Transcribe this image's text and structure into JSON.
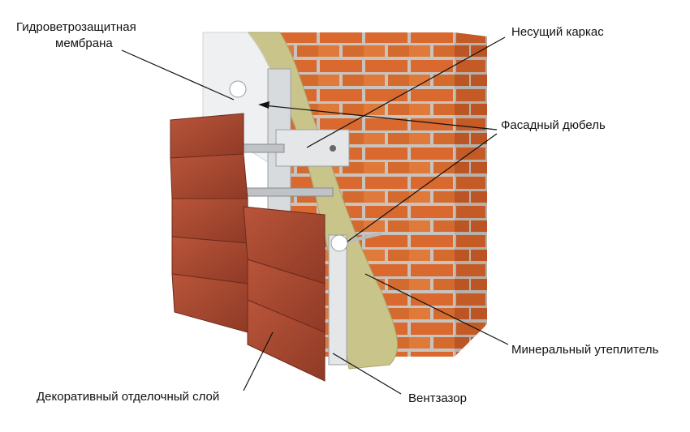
{
  "title": "Вентилируемый фасад",
  "labels": {
    "membrane_line1": "Гидроветрозащитная",
    "membrane_line2": "мембрана",
    "frame": "Несущий каркас",
    "dowel": "Фасадный дюбель",
    "insulation": "Минеральный утеплитель",
    "decor": "Декоративный отделочный слой",
    "gap": "Вентзазор"
  },
  "colors": {
    "brick": "#d9692f",
    "mortar": "#c9c3bd",
    "insulation": "#c9c48a",
    "membrane": "#eef0f2",
    "tile": "#a8482f"
  }
}
